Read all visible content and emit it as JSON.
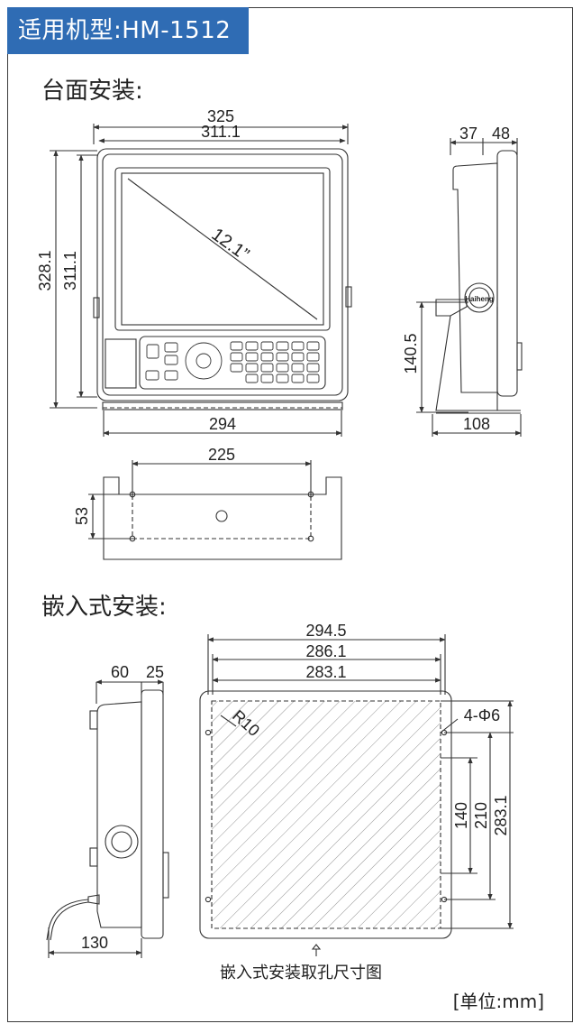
{
  "header": {
    "title": "适用机型:HM-1512"
  },
  "sections": {
    "desk_mount": "台面安装:",
    "flush_mount": "嵌入式安装:"
  },
  "dims": {
    "front_width_outer": "325",
    "front_width_inner": "311.1",
    "front_height_outer": "328.1",
    "front_height_inner": "311.1",
    "screen_diagonal": "12.1”",
    "base_width": "294",
    "side_depth_a": "37",
    "side_depth_b": "48",
    "side_mount_height": "140.5",
    "side_base_depth": "108",
    "bracket_hole_spacing": "225",
    "bracket_hole_height": "53",
    "flush_side_a": "60",
    "flush_side_b": "25",
    "flush_side_total": "130",
    "cutout_w1": "294.5",
    "cutout_w2": "286.1",
    "cutout_w3": "283.1",
    "cutout_radius": "R10",
    "cutout_holes": "4-Φ6",
    "cutout_h1": "140",
    "cutout_h2": "210",
    "cutout_h3": "283.1",
    "logo_text": "Haiheng"
  },
  "captions": {
    "cutout_caption": "嵌入式安装取孔尺寸图",
    "unit": "[单位:mm]"
  },
  "colors": {
    "title_bg": "#2f6cb4",
    "line": "#333333",
    "frame": "#3a3a3a"
  }
}
